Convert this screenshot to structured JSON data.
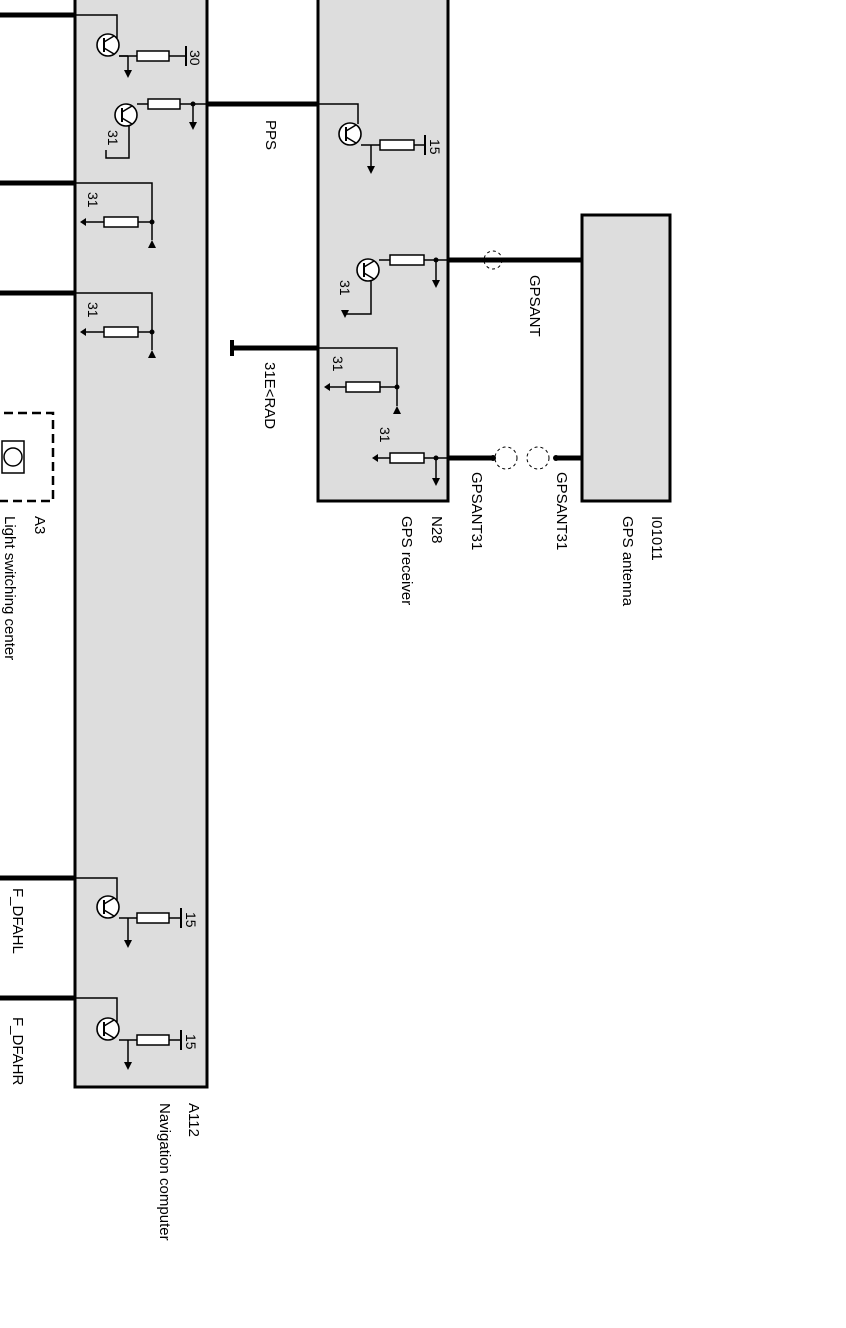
{
  "components": {
    "nav_computer": {
      "code": "A112",
      "name": "Navigation computer"
    },
    "light_switching_center": {
      "code": "A3",
      "name": "Light switching center"
    },
    "gps_receiver": {
      "code": "N28",
      "name": "GPS receiver"
    },
    "gps_antenna": {
      "code": "I01011",
      "name": "GPS antenna"
    }
  },
  "signals": {
    "pps": "PPS",
    "rad": "31E<RAD",
    "gpsant": "GPSANT",
    "gpsant31_a": "GPSANT31",
    "gpsant31_b": "GPSANT31",
    "f_dfahl": "F_DFAHL",
    "f_dfahr": "F_DFAHR"
  },
  "pins": {
    "nav_t1_supply": "30",
    "nav_t2_ground": "31",
    "nav_r1_ground": "31",
    "nav_r2_ground": "31",
    "nav_t3_supply": "15",
    "nav_t4_supply": "15",
    "gps_t1_supply": "15",
    "gps_t2_ground": "31",
    "gps_r1_ground": "31",
    "gps_r2_ground": "31"
  },
  "colors": {
    "module_fill": "#dddddd",
    "line": "#000000"
  }
}
